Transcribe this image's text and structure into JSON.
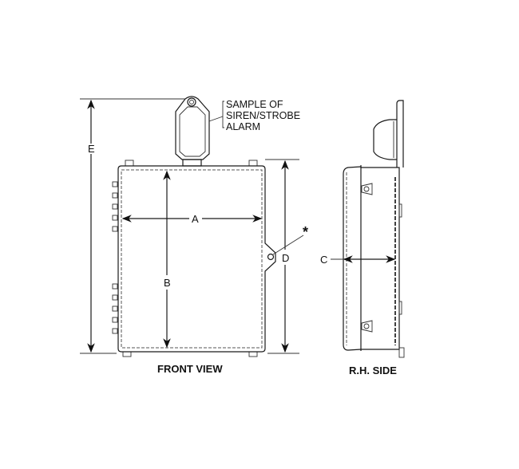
{
  "title": "Enclosure dimension drawing",
  "views": {
    "front": {
      "caption": "FRONT VIEW",
      "dimensions": {
        "a": "A",
        "b": "B",
        "d": "D",
        "e": "E"
      },
      "asterisk": "*",
      "siren_note": [
        "SAMPLE OF",
        "SIREN/STROBE",
        "ALARM"
      ]
    },
    "side": {
      "caption": "R.H. SIDE",
      "dimensions": {
        "c": "C"
      }
    }
  }
}
